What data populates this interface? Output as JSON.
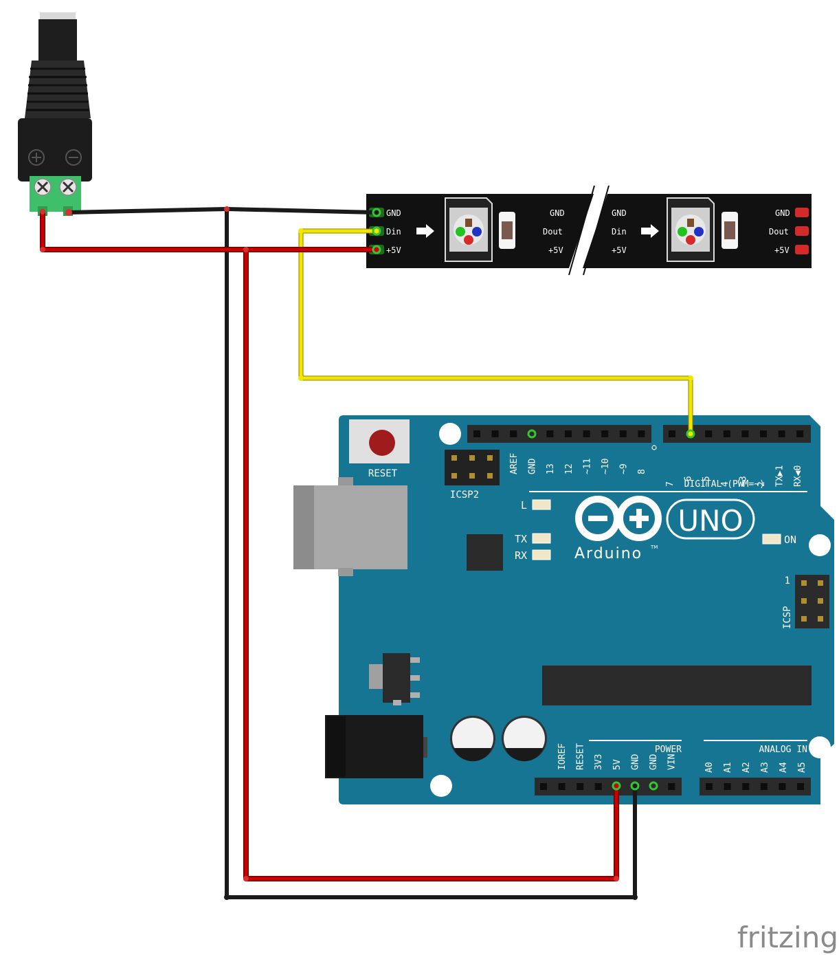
{
  "strip": {
    "segment1": {
      "left_pins": [
        "GND",
        "Din",
        "+5V"
      ],
      "right_pins": [
        "GND",
        "Dout",
        "+5V"
      ]
    },
    "segment2": {
      "left_pins": [
        "GND",
        "Din",
        "+5V"
      ],
      "right_pins": [
        "GND",
        "Dout",
        "+5V"
      ]
    }
  },
  "arduino": {
    "reset_label": "RESET",
    "icsp2_label": "ICSP2",
    "icsp_label": "ICSP",
    "icsp_pin1": "1",
    "digital_header_label": "DIGITAL (PWM=~)",
    "digital_pins_left": [
      "AREF",
      "GND",
      "13",
      "12",
      "~11",
      "~10",
      "~9",
      "8"
    ],
    "digital_pins_right": [
      "7",
      "~6",
      "~5",
      "4",
      "~3",
      "2",
      "TX▶1",
      "RX◀0"
    ],
    "led_l": "L",
    "led_tx": "TX",
    "led_rx": "RX",
    "led_on": "ON",
    "logo_text": "Arduino",
    "logo_tm": "TM",
    "uno_text": "UNO",
    "power_label": "POWER",
    "power_pins": [
      "IOREF",
      "RESET",
      "3V3",
      "5V",
      "GND",
      "GND",
      "VIN"
    ],
    "analog_label": "ANALOG IN",
    "analog_pins": [
      "A0",
      "A1",
      "A2",
      "A3",
      "A4",
      "A5"
    ]
  },
  "watermark": "fritzing",
  "colors": {
    "wire_black": "#1a1a1a",
    "wire_red": "#cc0000",
    "wire_yellow": "#f2e600",
    "board_teal": "#167592",
    "strip_black": "#111111",
    "terminal_green": "#3fbf6a"
  }
}
